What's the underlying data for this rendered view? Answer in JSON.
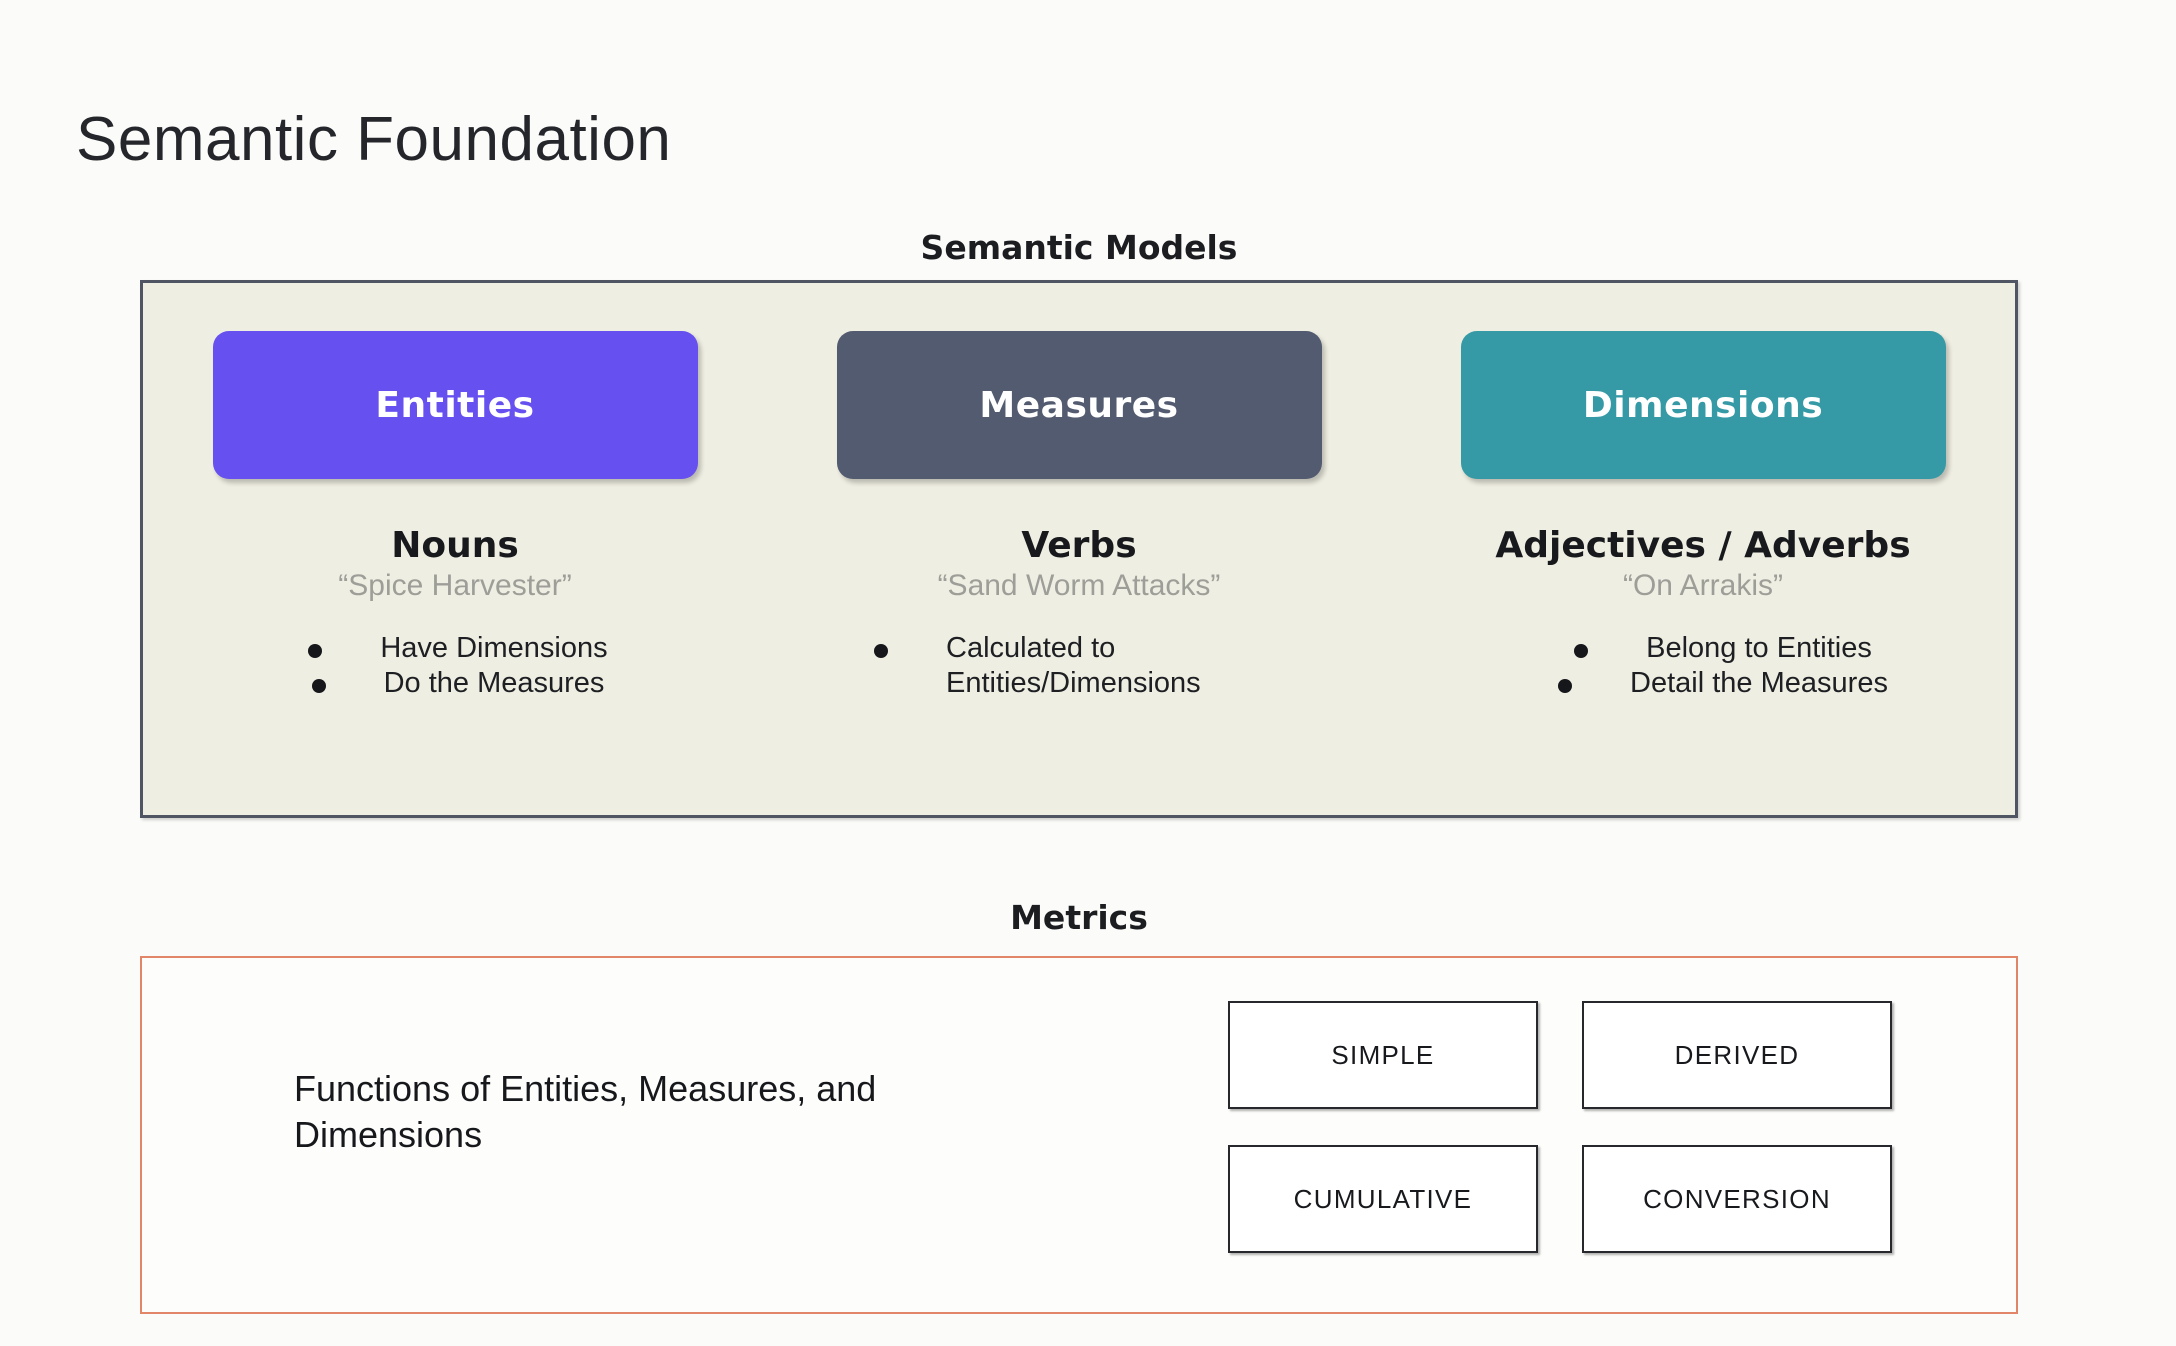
{
  "page_title": "Semantic Foundation",
  "background_color": "#fbfbf9",
  "semantic_models": {
    "section_title": "Semantic Models",
    "panel_background": "#efeee2",
    "panel_border_color": "#4f5563",
    "columns": [
      {
        "chip_label": "Entities",
        "chip_color": "#6650ef",
        "part_of_speech": "Nouns",
        "example": "“Spice Harvester”",
        "bullets": [
          "Have Dimensions",
          "Do the Measures"
        ]
      },
      {
        "chip_label": "Measures",
        "chip_color": "#535b70",
        "part_of_speech": "Verbs",
        "example": "“Sand Worm Attacks”",
        "bullets": [
          "Calculated to Entities/Dimensions"
        ]
      },
      {
        "chip_label": "Dimensions",
        "chip_color": "#359aa6",
        "part_of_speech": "Adjectives / Adverbs",
        "example": "“On Arrakis”",
        "bullets": [
          "Belong to Entities",
          "Detail the Measures"
        ]
      }
    ]
  },
  "metrics": {
    "section_title": "Metrics",
    "panel_border_color": "#e2866a",
    "description": "Functions of Entities, Measures, and Dimensions",
    "types": [
      "SIMPLE",
      "DERIVED",
      "CUMULATIVE",
      "CONVERSION"
    ]
  }
}
